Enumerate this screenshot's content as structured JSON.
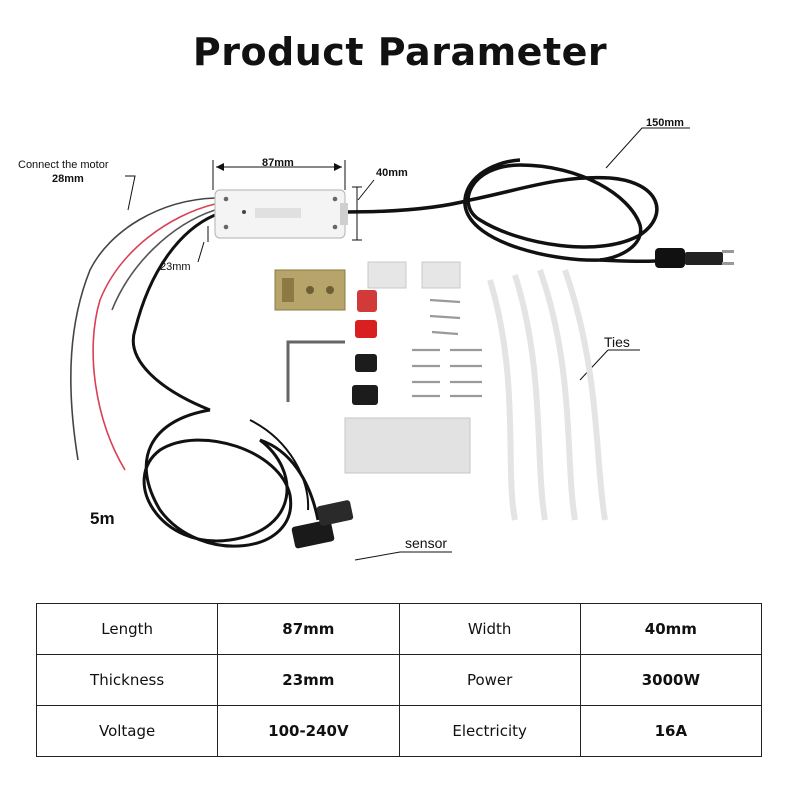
{
  "title": "Product Parameter",
  "labels": {
    "connect_motor": "Connect the motor",
    "wire_28": "28mm",
    "length_87": "87mm",
    "width_40": "40mm",
    "thick_23": "23mm",
    "cable_150": "150mm",
    "ties": "Ties",
    "sensor_cable": "5m",
    "sensor": "sensor"
  },
  "specs": [
    {
      "k1": "Length",
      "v1": "87mm",
      "k2": "Width",
      "v2": "40mm"
    },
    {
      "k1": "Thickness",
      "v1": "23mm",
      "k2": "Power",
      "v2": "3000W"
    },
    {
      "k1": "Voltage",
      "v1": "100-240V",
      "k2": "Electricity",
      "v2": "16A"
    }
  ]
}
